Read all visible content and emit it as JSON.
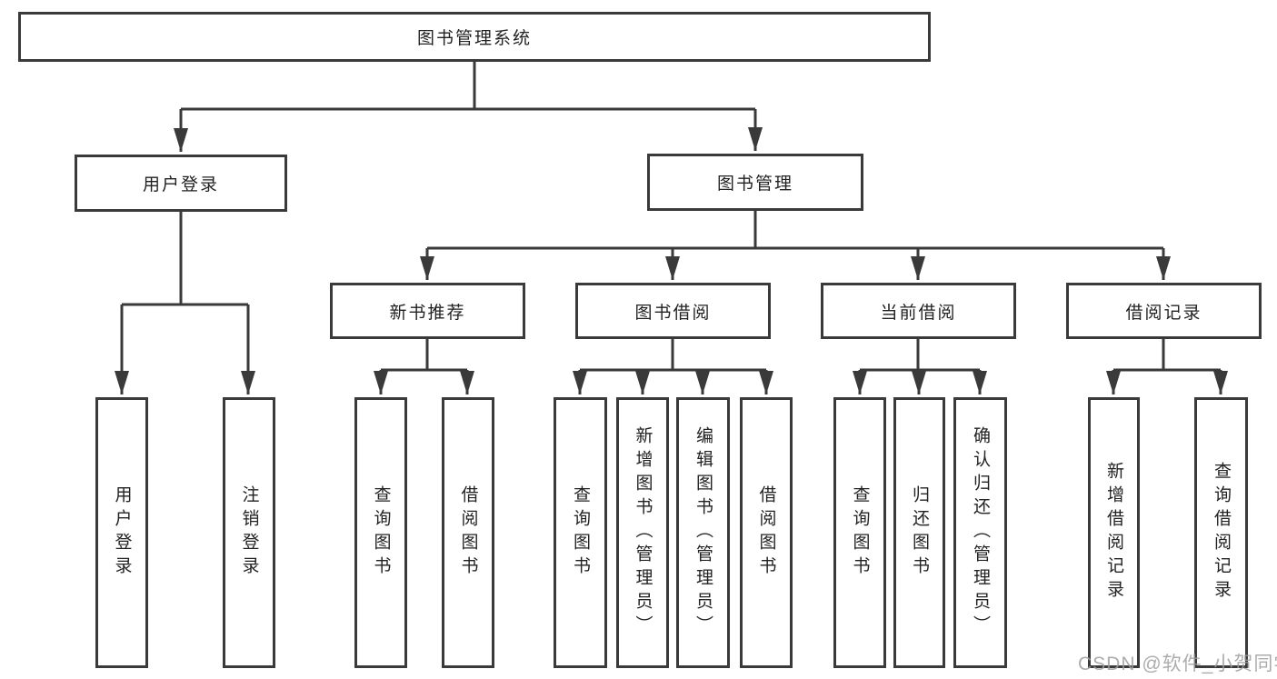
{
  "diagram": {
    "tree": {
      "label": "图书管理系统",
      "children": [
        {
          "label": "用户登录",
          "children": [
            {
              "label": "用户登录"
            },
            {
              "label": "注销登录"
            }
          ]
        },
        {
          "label": "图书管理",
          "children": [
            {
              "label": "新书推荐",
              "children": [
                {
                  "label": "查询图书"
                },
                {
                  "label": "借阅图书"
                }
              ]
            },
            {
              "label": "图书借阅",
              "children": [
                {
                  "label": "查询图书"
                },
                {
                  "label": "新增图书（管理员）"
                },
                {
                  "label": "编辑图书（管理员）"
                },
                {
                  "label": "借阅图书"
                }
              ]
            },
            {
              "label": "当前借阅",
              "children": [
                {
                  "label": "查询图书"
                },
                {
                  "label": "归还图书"
                },
                {
                  "label": "确认归还（管理员）"
                }
              ]
            },
            {
              "label": "借阅记录",
              "children": [
                {
                  "label": "新增借阅记录"
                },
                {
                  "label": "查询借阅记录"
                }
              ]
            }
          ]
        }
      ]
    },
    "colors": {
      "line": "#3a3a3a",
      "box_fill": "#ffffff",
      "text": "#222222",
      "watermark": "#9e9e9e"
    }
  },
  "watermark": {
    "text": "CSDN @软件_小贺同学"
  }
}
